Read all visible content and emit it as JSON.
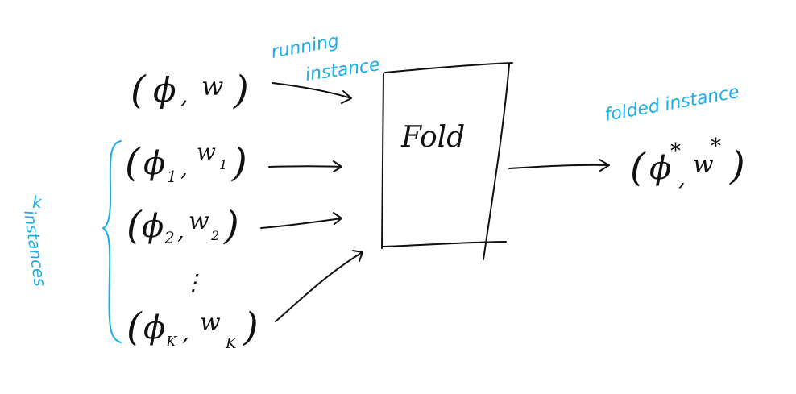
{
  "colors": {
    "ink": "#111111",
    "annotation": "#1aaee6"
  },
  "labels": {
    "running_instance_1": "running",
    "running_instance_2": "instance",
    "fold": "Fold",
    "folded_instance": "folded instance",
    "k_instances_1": "k",
    "k_instances_2": "instances",
    "vertical_dots": "⋮"
  },
  "tuples": {
    "running": {
      "phi": "ϕ",
      "w": "w"
    },
    "inst1": {
      "phi": "ϕ",
      "phi_sub": "1",
      "w": "w",
      "w_sub": "1"
    },
    "inst2": {
      "phi": "ϕ",
      "phi_sub": "2",
      "w": "w",
      "w_sub": "2"
    },
    "instk": {
      "phi": "ϕ",
      "phi_sub": "K",
      "w": "w",
      "w_sub": "K"
    },
    "folded": {
      "phi": "ϕ",
      "phi_sup": "*",
      "w": "w",
      "w_sup": "*"
    }
  },
  "punct": {
    "open": "(",
    "close": ")",
    "comma": ","
  }
}
